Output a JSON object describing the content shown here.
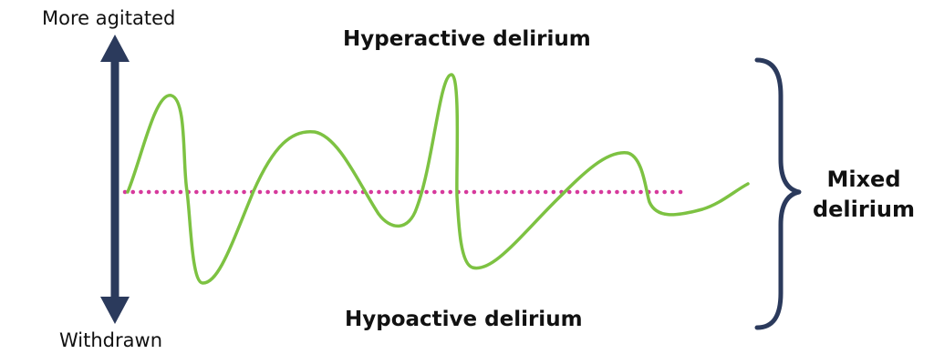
{
  "axis": {
    "top_label": "More agitated",
    "bottom_label": "Withdrawn"
  },
  "regions": {
    "hyperactive": "Hyperactive delirium",
    "hypoactive": "Hypoactive delirium",
    "mixed_line1": "Mixed",
    "mixed_line2": "delirium"
  },
  "colors": {
    "axis_arrow": "#2b3a5c",
    "wave": "#7dc242",
    "baseline": "#d63a9c",
    "brace": "#2b3a5c"
  }
}
